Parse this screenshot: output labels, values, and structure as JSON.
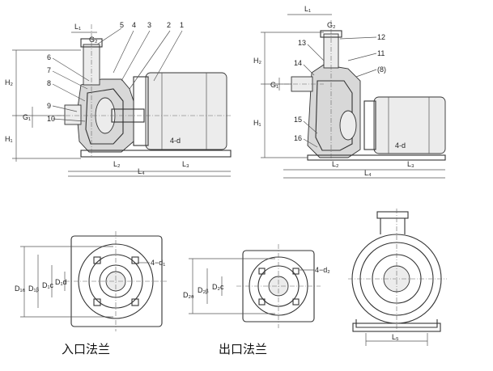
{
  "view1": {
    "dims": [
      "L₁",
      "G₂",
      "H₂",
      "H₁",
      "G₁",
      "L₂",
      "L₄",
      "L₃",
      "4-d"
    ],
    "parts": [
      "5",
      "4",
      "3",
      "2",
      "1",
      "6",
      "7",
      "8",
      "9",
      "10"
    ]
  },
  "view2": {
    "dims": [
      "L₁",
      "G₂",
      "H₂",
      "H₁",
      "G₁",
      "L₂",
      "L₄",
      "L₃",
      "4-d"
    ],
    "parts": [
      "13",
      "12",
      "11",
      "(8)",
      "14",
      "15",
      "16"
    ]
  },
  "inlet_flange": {
    "dims": [
      "D₁ₐ",
      "D₁ᵦ",
      "D₁c",
      "D₁d",
      "4−d₁"
    ],
    "caption": "入口法兰"
  },
  "outlet_flange": {
    "dims": [
      "D₂ₐ",
      "D₂ᵦ",
      "D₂c",
      "4−d₂"
    ],
    "caption": "出口法兰"
  },
  "end_view": {
    "dims": [
      "L₅"
    ]
  }
}
